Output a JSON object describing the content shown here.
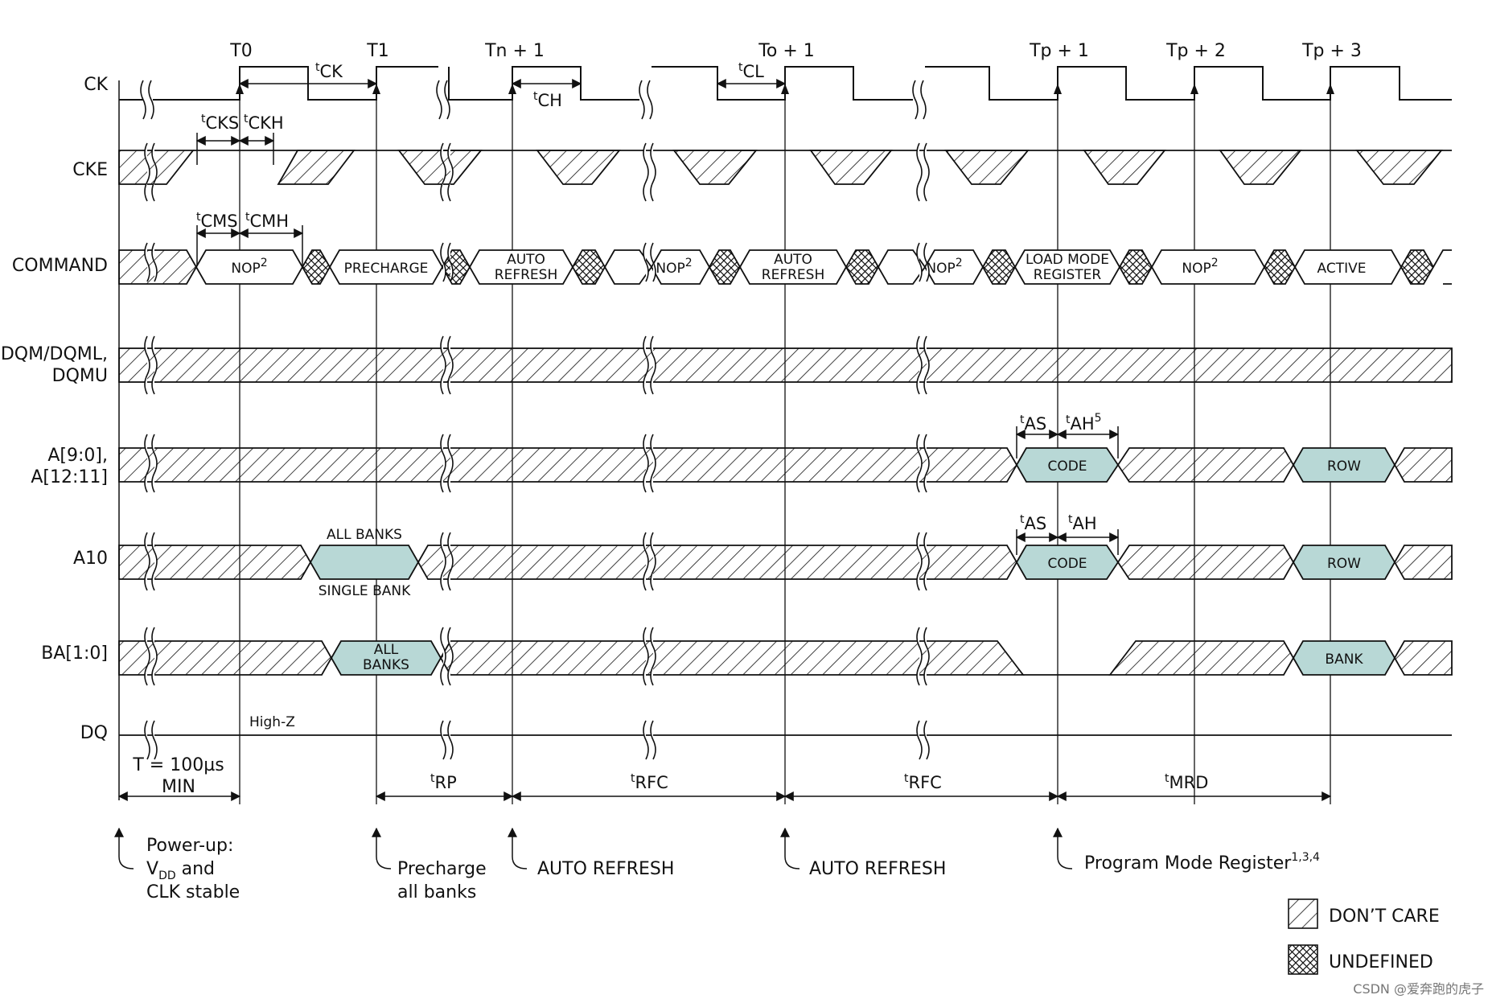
{
  "signals": [
    "CK",
    "CKE",
    "COMMAND",
    "DQM/DQML,",
    "DQMU",
    "A[9:0],",
    "A[12:11]",
    "A10",
    "BA[1:0]",
    "DQ"
  ],
  "clock_labels": [
    "T0",
    "T1",
    "Tn + 1",
    "To + 1",
    "Tp + 1",
    "Tp + 2",
    "Tp + 3"
  ],
  "commands": [
    "NOP",
    "PRECHARGE",
    "AUTO",
    "REFRESH",
    "NOP",
    "AUTO",
    "REFRESH",
    "NOP",
    "LOAD MODE",
    "REGISTER",
    "NOP",
    "ACTIVE"
  ],
  "addr_boxes": {
    "code": "CODE",
    "row": "ROW",
    "bank": "BANK",
    "all_banks_a": "ALL",
    "all_banks_b": "BANKS",
    "a10_top": "ALL BANKS",
    "a10_bottom": "SINGLE BANK"
  },
  "highz": "High-Z",
  "timing_params": {
    "tck": "CK",
    "tcl": "CL",
    "tch": "CH",
    "tcks": "CKS",
    "tckh": "CKH",
    "tcms": "CMS",
    "tcmh": "CMH",
    "tas": "AS",
    "tah": "AH",
    "trp": "RP",
    "trfc": "RFC",
    "tmrd": "MRD",
    "t_prefix": "t",
    "sup2": "2",
    "sup5": "5"
  },
  "duration_a": "T = 100µs",
  "duration_b": "MIN",
  "annotations": {
    "power_a": "Power-up:",
    "power_b_v": "V",
    "power_b_sub": "DD",
    "power_b_rest": " and",
    "power_c": "CLK stable",
    "precharge_a": "Precharge",
    "precharge_b": "all banks",
    "auto_refresh_1": "AUTO REFRESH",
    "auto_refresh_2": "AUTO REFRESH",
    "program": "Program Mode Register",
    "program_sup": "1,3,4"
  },
  "legend": {
    "dont_care": "DON’T CARE",
    "undefined": "UNDEFINED"
  },
  "watermark": "CSDN @爱奔跑的虎子",
  "colors": {
    "fill_valid": "#b8d8d6",
    "line": "#111111"
  }
}
